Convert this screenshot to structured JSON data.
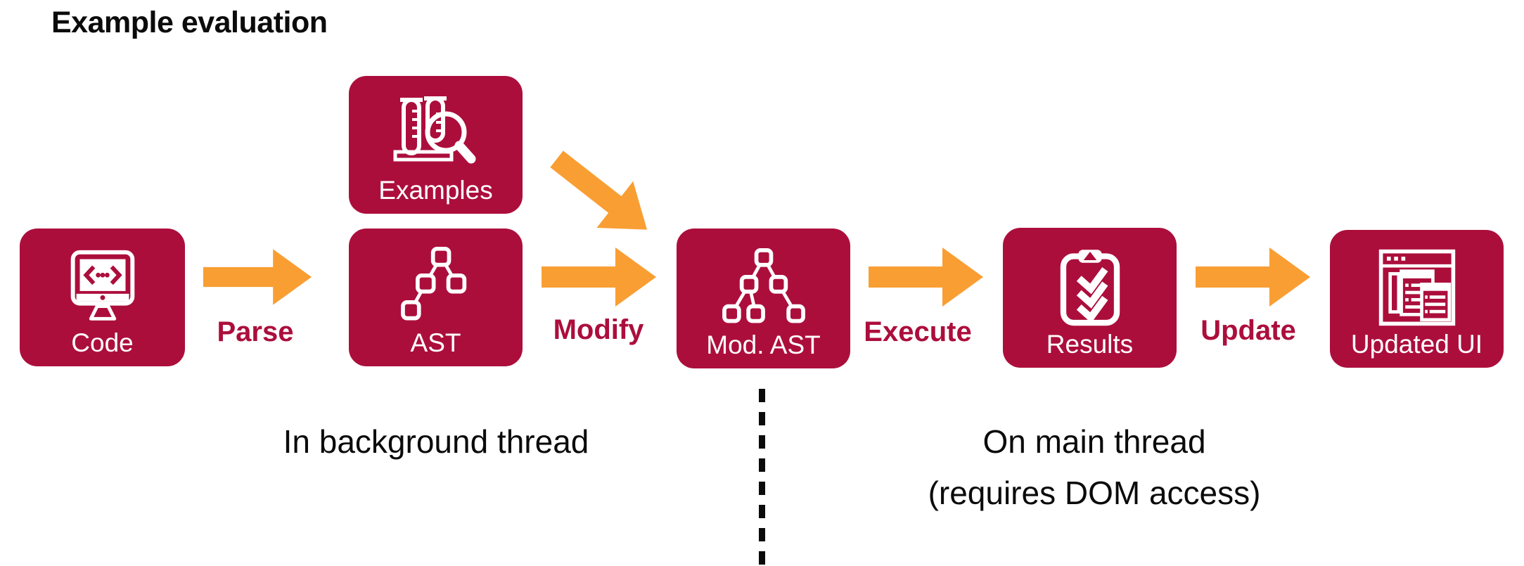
{
  "title": "Example evaluation",
  "colors": {
    "box": "#AC0E3C",
    "arrow": "#F99E33",
    "ink": "#0B0B0B",
    "paper": "#FFFFFF"
  },
  "nodes": {
    "code": {
      "label": "Code",
      "icon": "code-monitor-icon"
    },
    "examples": {
      "label": "Examples",
      "icon": "test-tubes-magnifier-icon"
    },
    "ast": {
      "label": "AST",
      "icon": "ast-tree-icon"
    },
    "mod_ast": {
      "label": "Mod. AST",
      "icon": "modified-ast-tree-icon"
    },
    "results": {
      "label": "Results",
      "icon": "clipboard-checklist-icon"
    },
    "updated_ui": {
      "label": "Updated UI",
      "icon": "browser-window-icon"
    }
  },
  "edges": [
    {
      "from": "code",
      "to": "ast",
      "label": "Parse"
    },
    {
      "from": "ast",
      "to": "mod_ast",
      "label": "Modify"
    },
    {
      "from": "examples",
      "to": "mod_ast",
      "label": ""
    },
    {
      "from": "mod_ast",
      "to": "results",
      "label": "Execute"
    },
    {
      "from": "results",
      "to": "updated_ui",
      "label": "Update"
    }
  ],
  "zones": {
    "background_thread": "In background thread",
    "main_thread_line1": "On main thread",
    "main_thread_line2": "(requires DOM access)"
  }
}
